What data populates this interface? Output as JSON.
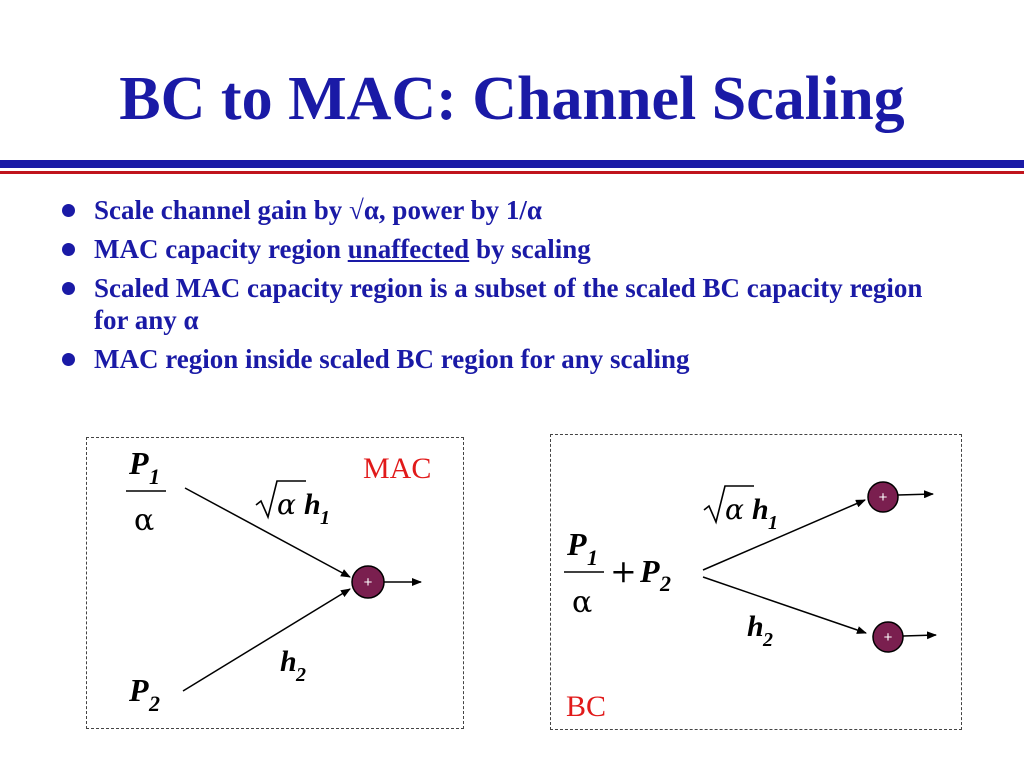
{
  "slide": {
    "title": "BC to MAC: Channel Scaling",
    "bullets": [
      {
        "pre": "Scale channel gain by √α, power by 1/α",
        "u": "",
        "post": ""
      },
      {
        "pre": "MAC capacity region ",
        "u": "unaffected",
        "post": " by scaling"
      },
      {
        "pre": "Scaled MAC capacity region is a subset of  the scaled BC capacity region for any α",
        "u": "",
        "post": ""
      },
      {
        "pre": "MAC region inside scaled BC region for any scaling",
        "u": "",
        "post": ""
      }
    ]
  },
  "mac_diagram": {
    "label": "MAC",
    "p1": "P",
    "p1_sub": "1",
    "alpha": "α",
    "p2": "P",
    "p2_sub": "2",
    "gain1_alpha": "α",
    "gain1_h": "h",
    "gain1_sub": "1",
    "gain2_h": "h",
    "gain2_sub": "2",
    "plus": "+"
  },
  "bc_diagram": {
    "label": "BC",
    "p1": "P",
    "p1_sub": "1",
    "alpha": "α",
    "plus_op": "+",
    "p2": "P",
    "p2_sub": "2",
    "gain1_alpha": "α",
    "gain1_h": "h",
    "gain1_sub": "1",
    "gain2_h": "h",
    "gain2_sub": "2",
    "plus_top": "+",
    "plus_bottom": "+"
  },
  "colors": {
    "title_blue": "#1a1aa6",
    "rule_red": "#c0141c",
    "label_red": "#e11a1a",
    "adder_fill": "#7a1f4f"
  }
}
